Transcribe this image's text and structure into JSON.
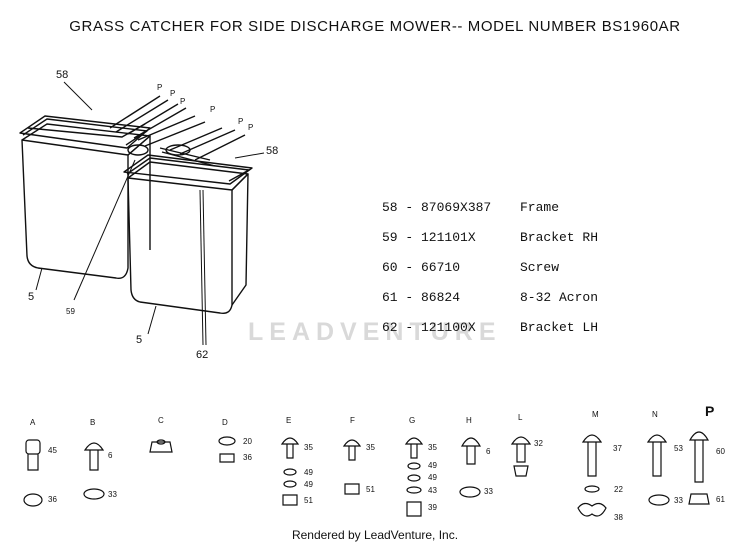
{
  "title": "GRASS CATCHER FOR SIDE DISCHARGE MOWER-- MODEL NUMBER BS1960AR",
  "diagram_callouts": {
    "frame_left": "58",
    "frame_right": "58",
    "clip_p": "P",
    "bag_left": "5",
    "bag_right": "5",
    "bracket": "59",
    "rod": "62"
  },
  "parts": [
    {
      "number": "58 - 87069X387",
      "description": "Frame"
    },
    {
      "number": "59 - 121101X",
      "description": "Bracket RH"
    },
    {
      "number": "60 - 66710",
      "description": "Screw"
    },
    {
      "number": "61 - 86824",
      "description": "8-32 Acron"
    },
    {
      "number": "62 - 121100X",
      "description": "Bracket LH"
    }
  ],
  "hardware": [
    {
      "letter": "A",
      "callouts": [
        "45",
        "36"
      ]
    },
    {
      "letter": "B",
      "callouts": [
        "6",
        "33"
      ]
    },
    {
      "letter": "C",
      "callouts": []
    },
    {
      "letter": "D",
      "callouts": [
        "20",
        "36"
      ]
    },
    {
      "letter": "E",
      "callouts": [
        "35",
        "49",
        "49",
        "51"
      ]
    },
    {
      "letter": "F",
      "callouts": [
        "35",
        "51"
      ]
    },
    {
      "letter": "G",
      "callouts": [
        "35",
        "49",
        "49",
        "43",
        "39"
      ]
    },
    {
      "letter": "H",
      "callouts": [
        "6",
        "33"
      ]
    },
    {
      "letter": "L",
      "callouts": [
        "32"
      ]
    },
    {
      "letter": "M",
      "callouts": [
        "37",
        "22",
        "38"
      ]
    },
    {
      "letter": "N",
      "callouts": [
        "53",
        "33"
      ]
    },
    {
      "letter": "P",
      "callouts": [
        "60",
        "61"
      ]
    }
  ],
  "watermark": "LEADVENTURE",
  "footer": "Rendered by LeadVenture, Inc."
}
